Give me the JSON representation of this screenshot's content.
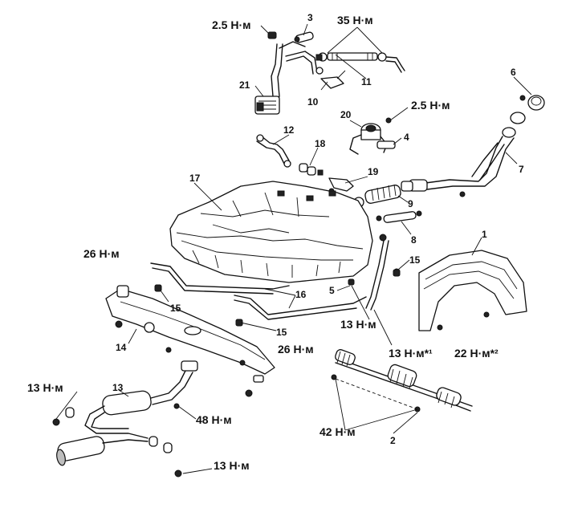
{
  "callouts": {
    "n1": "1",
    "n2": "2",
    "n3": "3",
    "n4": "4",
    "n5": "5",
    "n6": "6",
    "n7": "7",
    "n8": "8",
    "n9": "9",
    "n10": "10",
    "n11": "11",
    "n12": "12",
    "n13": "13",
    "n14": "14",
    "n15a": "15",
    "n15b": "15",
    "n15c": "15",
    "n16": "16",
    "n17": "17",
    "n18": "18",
    "n19": "19",
    "n20": "20",
    "n21": "21"
  },
  "torques": {
    "t_top_left": "2.5 Н·м",
    "t_top_right": "35 Н·м",
    "t_mid_right": "2.5 Н·м",
    "t_26_left": "26 Н·м",
    "t_26_center": "26 Н·м",
    "t_13_center": "13 Н·м",
    "t_13_star": "13 Н·м*¹",
    "t_22_star": "22 Н·м*²",
    "t_13_left": "13 Н·м",
    "t_48": "48 Н·м",
    "t_42": "42 Н·м",
    "t_13_bottom": "13 Н·м"
  }
}
